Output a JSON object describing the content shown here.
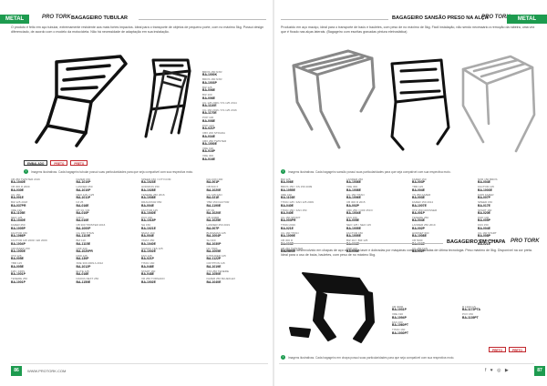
{
  "left": {
    "tag": "METAL",
    "logo": "PRO TORK",
    "title": "BAGAGEIRO TUBULAR",
    "intro": "O produto é feito em aço tubular, extremamente resistente aos mais fortes impactos. Ideal para o transporte de objetos de pequeno porte, com no máximo 5kg. Possui design diferenciado, de acordo com o modelo da motocicleta. Não há necessidade de adaptação em sua instalação.",
    "badges": {
      "black": "EMBALADO",
      "preto1": "PRETO",
      "preto2": "PRETO"
    },
    "note": "Imagens ilustrativas. Cada bagageiro tubular possui suas particularidades para que seja compatível com sua respectiva moto.",
    "side_specs": [
      {
        "model": "BROS 150 NXR",
        "code": "BA-1000K"
      },
      {
        "model": "BROS 160 NXR",
        "code": "BA-1003P"
      },
      {
        "model": "BIZ 125",
        "code": "BA-006E"
      },
      {
        "model": "BIZ 100",
        "code": "BA-006E"
      },
      {
        "model": "CG 125 2009 / KS 125 2014",
        "code": "BA-1110E"
      },
      {
        "model": "CG 160 2016 / KS 125 2016",
        "code": "BA-1170E"
      },
      {
        "model": "POP 100",
        "code": "BA-008E"
      },
      {
        "model": "POP 110I",
        "code": "BA-021P"
      },
      {
        "model": "CBX 200 STRADA",
        "code": "BA-034E"
      },
      {
        "model": "CBX 250 TWISTER",
        "code": "BA-1000E"
      },
      {
        "model": "XRE 190",
        "code": "BA-016P"
      },
      {
        "model": "XRE 300",
        "code": "BA-016E"
      }
    ],
    "specs": [
      {
        "model": "CB 250 TWISTER 2016",
        "code": "BA-1040E"
      },
      {
        "model": "CB 300 R 2009",
        "code": "BA-030E"
      },
      {
        "model": "CG 150",
        "code": "BA-001E"
      },
      {
        "model": "BIZ 125 2018",
        "code": "BA-037PR"
      },
      {
        "model": "XRE 190",
        "code": "BA-1105E"
      },
      {
        "model": "NEO 125",
        "code": "BA-1040E"
      },
      {
        "model": "FAZER 250",
        "code": "BA-1005P"
      },
      {
        "model": "FACTOR 150",
        "code": "BA-1066P"
      },
      {
        "model": "FACTOR 125 2009 / ED 2009",
        "code": "BA-1004P"
      },
      {
        "model": "CROSSER 150",
        "code": "BA-1000E"
      },
      {
        "model": "XTZ 125",
        "code": "BA-005E"
      },
      {
        "model": "YBR 125",
        "code": "BA-005E"
      },
      {
        "model": "FZ6 / FZ6S",
        "code": "BA-1001P"
      },
      {
        "model": "TENERE 250",
        "code": "BA-1001P"
      },
      {
        "model": "FAZER 150",
        "code": "BA-1010P"
      },
      {
        "model": "LANDER 250",
        "code": "BA-1010P"
      },
      {
        "model": "NEO 115 / 125",
        "code": "BA-1011P"
      },
      {
        "model": "FZ 25",
        "code": "BA-016E"
      },
      {
        "model": "MT 03 / R3",
        "code": "BA-010P"
      },
      {
        "model": "XJ6 N",
        "code": "BA-010E"
      },
      {
        "model": "CB 300 TWISTER 2016",
        "code": "BA-1000P"
      },
      {
        "model": "CG 150 TITAN",
        "code": "BA-1110E"
      },
      {
        "model": "BIZ 110",
        "code": "BA-1115E"
      },
      {
        "model": "CRF 230",
        "code": "BA-1020PR"
      },
      {
        "model": "NXR 125",
        "code": "BA-130P"
      },
      {
        "model": "XRE 300 2009 A 2012",
        "code": "BA-1012P"
      },
      {
        "model": "ELITE 125",
        "code": "BA-016E"
      },
      {
        "model": "DAFRA NEXT 250",
        "code": "BA-1150E"
      },
      {
        "model": "SPEED 150 / CITYCOM",
        "code": "BA-1023E"
      },
      {
        "model": "HORIZON 150",
        "code": "BA-1028E"
      },
      {
        "model": "TENERE 250 2016",
        "code": "BA-1008E"
      },
      {
        "model": "DRAGSTAR 650",
        "code": "BA-004E"
      },
      {
        "model": "FACTOR 125",
        "code": "BA-1040E"
      },
      {
        "model": "PCX 150",
        "code": "BA-1018P"
      },
      {
        "model": "SH 150",
        "code": "BA-1021E"
      },
      {
        "model": "NMAX 160",
        "code": "BA-004E"
      },
      {
        "model": "XMAX 250",
        "code": "BA-1040E"
      },
      {
        "model": "SUZUKI YES 125",
        "code": "BA-1002E"
      },
      {
        "model": "FAN 125",
        "code": "BA-021P"
      },
      {
        "model": "TITAN 160",
        "code": "BA-046E"
      },
      {
        "model": "START 160",
        "code": "BA-048E"
      },
      {
        "model": "XR 250 TORNADO",
        "code": "BA-1002E"
      },
      {
        "model": "FALCON 400",
        "code": "BA-001P"
      },
      {
        "model": "CB 500 X",
        "code": "BA-1020E"
      },
      {
        "model": "CG 125 FAN",
        "code": "BA-021E"
      },
      {
        "model": "YBR 150 FACTOR",
        "code": "BA-1190E"
      },
      {
        "model": "MT 09",
        "code": "BA-1020E"
      },
      {
        "model": "CB 1000R",
        "code": "BA-1025E"
      },
      {
        "model": "LANDER 250 2019",
        "code": "BA-007P"
      },
      {
        "model": "BURGMAN 125",
        "code": "BA-1004P"
      },
      {
        "model": "SH 300",
        "code": "BA-1030P"
      },
      {
        "model": "NC 750X",
        "code": "BA-1005E"
      },
      {
        "model": "INTRUDER 125",
        "code": "BA-1122P"
      },
      {
        "model": "CRYPTON 115",
        "code": "BA-1019E"
      },
      {
        "model": "XTZ 250 TENERE",
        "code": "BA-1050E"
      },
      {
        "model": "FAZER 250 BLUEFLEX",
        "code": "BA-1040E"
      }
    ],
    "footer_url": "WWW.PROTORK.COM",
    "page_num": "86"
  },
  "right": {
    "tag": "METAL",
    "logo": "PRO TORK",
    "title": "BAGAGEIRO SANSÃO PRESO NA ALÇA",
    "intro": "Produzido em aço maciço, ideal para o transporte de baús e bauletes, com peso de no máximo de 5kg. Fácil instalação, não sendo necessário a remoção da rabeira, uma vez que é fixado nas alças laterais. (Bagageiro com escritas gravadas pintura eletrostática)",
    "note": "Imagens ilustrativas. Cada bagageiro sansão possui suas particularidades para que seja compatível com sua respectiva moto.",
    "specs": [
      {
        "model": "BIZ 125",
        "code": "BA-006E"
      },
      {
        "model": "BROS 150 / KS 150 2009",
        "code": "BA-1055E"
      },
      {
        "model": "XRE 190",
        "code": "BA-1103E"
      },
      {
        "model": "TITAN 125 / FAN 125 2009",
        "code": "BA-040E"
      },
      {
        "model": "TITAN 150 / FAN 150",
        "code": "BA-040E"
      },
      {
        "model": "CG 150 SPORT",
        "code": "BA-003PR"
      },
      {
        "model": "TITAN 2016",
        "code": "BA-021E"
      },
      {
        "model": "CG 160 TITAN",
        "code": "BA-1009E"
      },
      {
        "model": "CB 300 R",
        "code": "BA-003E"
      },
      {
        "model": "CB 250 TWISTER",
        "code": "BA-1003E"
      },
      {
        "model": "LANDER 250",
        "code": "BA-1008E"
      },
      {
        "model": "XRE 300",
        "code": "BA-1008E"
      },
      {
        "model": "CG 150 TITAN",
        "code": "BA-1006E"
      },
      {
        "model": "CB 300 R 2015",
        "code": "BA-002P"
      },
      {
        "model": "CRF 250 / CRF 250 F",
        "code": "BA-1004E"
      },
      {
        "model": "FAN 160",
        "code": "BA-005E"
      },
      {
        "model": "NEO 125 / NEO 115",
        "code": "BA-1005E"
      },
      {
        "model": "FACTOR 150",
        "code": "BA-1005E"
      },
      {
        "model": "BIZ 110 / BIZ 125",
        "code": "BA-006E"
      },
      {
        "model": "POP 110",
        "code": "BA-006E"
      },
      {
        "model": "FAZER 150",
        "code": "BA-003P"
      },
      {
        "model": "YBR 125",
        "code": "BA-004E"
      },
      {
        "model": "YS 250 FAZER",
        "code": "BA-003E"
      },
      {
        "model": "FAZER 150 2014",
        "code": "BA-1007E"
      },
      {
        "model": "XTZ 150 CROSSER",
        "code": "BA-001P"
      },
      {
        "model": "TENERE 250",
        "code": "BA-004E"
      },
      {
        "model": "LANDER 250 2019",
        "code": "BA-002P"
      },
      {
        "model": "HORNET 600",
        "code": "BA-1008E"
      },
      {
        "model": "CB 500F",
        "code": "BA-006E"
      },
      {
        "model": "CG 150 FAN",
        "code": "BA-002P"
      },
      {
        "model": "NXR 150 BROS",
        "code": "BA-004E"
      },
      {
        "model": "FACTOR 125",
        "code": "BA-1003E"
      },
      {
        "model": "FZ25 FAZER",
        "code": "BA-007P"
      },
      {
        "model": "SPEED 150",
        "code": "BA-017E"
      },
      {
        "model": "START 160",
        "code": "BA-020E"
      },
      {
        "model": "POP 100",
        "code": "BA-005P"
      },
      {
        "model": "FAN 150",
        "code": "BA-004E"
      },
      {
        "model": "CG 160 START",
        "code": "BA-008P"
      },
      {
        "model": "NXR 160 BROS",
        "code": "BA-021E"
      }
    ],
    "chapa": {
      "title": "BAGAGEIRO EM CHAPA",
      "logo": "PRO TORK",
      "intro": "Bagageiro desenvolvido em chapas de aço cortadas a laser e dobradas por máquinas computadorizadas de última tecnologia. Peso máximo de 5kg. Disponível na cor preta. Ideal para o uso de baús, bauletes, com peso de no máximo 5kg.",
      "specs": [
        {
          "model": "CB 300R",
          "code": "BA-1031P"
        },
        {
          "model": "XRE 190",
          "code": "BA-1094P"
        },
        {
          "model": "FAN 160",
          "code": "BA-1060PT"
        },
        {
          "model": "TITAN 160",
          "code": "BA-1030PT"
        },
        {
          "model": "R 1200 GS",
          "code": "BA-1172PTA"
        },
        {
          "model": "PCX 150",
          "code": "BA-1139PT"
        }
      ],
      "badges": {
        "p1": "PRETO",
        "p2": "PRETO"
      },
      "note": "Imagens ilustrativas. Cada bagageiro em chapa possui suas particularidades para que seja compatível com sua respectiva moto."
    },
    "social": "f ♥ ◎ ▶",
    "page_num": "87"
  }
}
